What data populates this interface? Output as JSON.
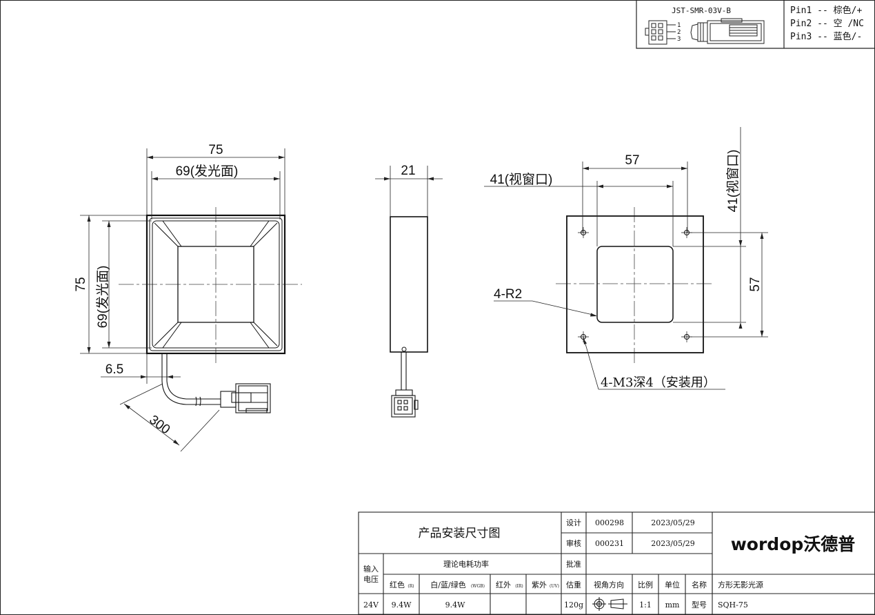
{
  "connector": {
    "model": "JST-SMR-03V-B",
    "pin_numbers": [
      "1",
      "2",
      "3"
    ],
    "pins": [
      "Pin1 -- 棕色/+",
      "Pin2 -- 空 /NC",
      "Pin3 -- 蓝色/-"
    ]
  },
  "front_view": {
    "outer_width": "75",
    "emit_width": "69(发光面)",
    "outer_height": "75",
    "emit_height": "69(发光面)",
    "cable_offset": "6.5",
    "cable_length": "300"
  },
  "side_view": {
    "thickness": "21"
  },
  "back_view": {
    "hole_spacing_x": "57",
    "window_x": "41(视窗口)",
    "window_y": "41(视窗口)",
    "hole_spacing_y": "57",
    "corner_radius": "4-R2",
    "holes": "4-M3深4（安装用）"
  },
  "title_block": {
    "drawing_title": "产品安装尺寸图",
    "design_label": "设计",
    "design_id": "000298",
    "design_date": "2023/05/29",
    "review_label": "审核",
    "review_id": "000231",
    "review_date": "2023/05/29",
    "approve_label": "批准",
    "logo_text": "wordop沃德普",
    "input_voltage_label_1": "输入",
    "input_voltage_label_2": "电压",
    "power_header": "理论电耗功率",
    "red_label": "红色",
    "red_sub": "(R)",
    "wgb_label": "白/蓝/绿色",
    "wgb_sub": "(WGB)",
    "ir_label": "红外",
    "ir_sub": "(IR)",
    "uv_label": "紫外",
    "uv_sub": "(UV)",
    "weight_label": "估重",
    "view_dir_label": "视角方向",
    "scale_label": "比例",
    "unit_label": "单位",
    "name_label": "名称",
    "name_value": "方形无影光源",
    "voltage": "24V",
    "red_power": "9.4W",
    "wgb_power": "9.4W",
    "ir_power": "",
    "uv_power": "",
    "weight": "120g",
    "scale": "1:1",
    "unit": "mm",
    "model_label": "型号",
    "model_value": "SQH-75"
  }
}
